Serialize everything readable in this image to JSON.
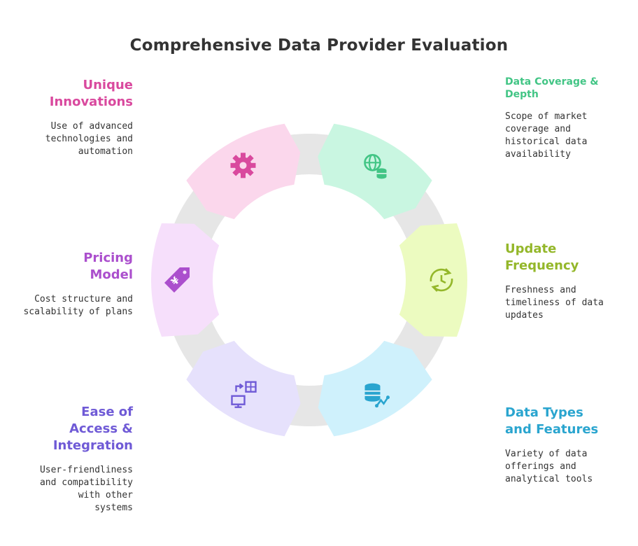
{
  "title": "Comprehensive Data Provider Evaluation",
  "colors": {
    "ring": "#e6e6e6",
    "unique": "#d9499e",
    "coverage": "#42c585",
    "update": "#94b72a",
    "types": "#2aa5cf",
    "access": "#6f5ad6",
    "pricing": "#ab4fcd"
  },
  "segments": [
    {
      "id": "coverage",
      "heading_lines": [
        "Data Coverage &",
        "Depth"
      ],
      "desc_lines": [
        "Scope of market",
        "coverage and",
        "historical data",
        "availability"
      ],
      "icon": "globe-database-icon",
      "fill": "#c9f6e1",
      "stroke": "#42c585"
    },
    {
      "id": "update",
      "heading_lines": [
        "Update",
        "Frequency"
      ],
      "desc_lines": [
        "Freshness and",
        "timeliness of data",
        "updates"
      ],
      "icon": "clock-refresh-icon",
      "fill": "#ecfbc0",
      "stroke": "#94b72a"
    },
    {
      "id": "types",
      "heading_lines": [
        "Data Types",
        "and Features"
      ],
      "desc_lines": [
        "Variety of data",
        "offerings and",
        "analytical tools"
      ],
      "icon": "database-analytics-icon",
      "fill": "#cff1fc",
      "stroke": "#2aa5cf"
    },
    {
      "id": "access",
      "heading_lines": [
        "Ease of",
        "Access &",
        "Integration"
      ],
      "desc_lines": [
        "User-friendliness",
        "and compatibility",
        "with other",
        "systems"
      ],
      "icon": "integration-icon",
      "fill": "#e6e1fc",
      "stroke": "#6f5ad6"
    },
    {
      "id": "pricing",
      "heading_lines": [
        "Pricing",
        "Model"
      ],
      "desc_lines": [
        "Cost structure and",
        "scalability of plans"
      ],
      "icon": "price-tag-icon",
      "fill": "#f6dffb",
      "stroke": "#ab4fcd"
    },
    {
      "id": "unique",
      "heading_lines": [
        "Unique",
        "Innovations"
      ],
      "desc_lines": [
        "Use of advanced",
        "technologies and",
        "automation"
      ],
      "icon": "gear-icon",
      "fill": "#fbd7ec",
      "stroke": "#d9499e"
    }
  ]
}
